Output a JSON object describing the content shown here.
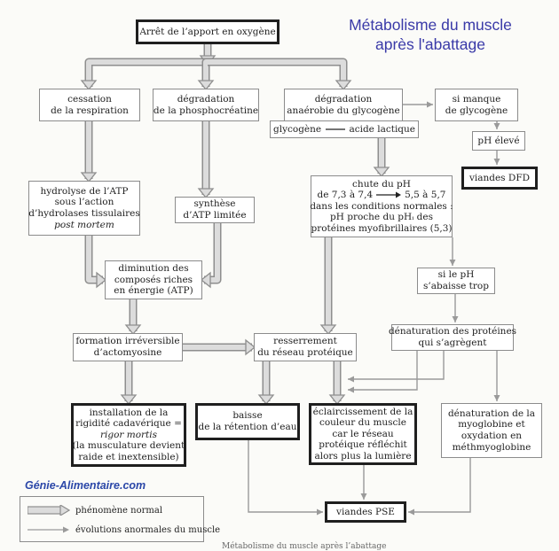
{
  "title": {
    "line1": "Métabolisme du muscle",
    "line2": "après l'abattage"
  },
  "credit": "Génie-Alimentaire.com",
  "boxes": {
    "arret": "Arrêt de l’apport en oxygène",
    "cessation": [
      "cessation",
      "de la respiration"
    ],
    "degr_pc": [
      "dégradation",
      "de la phosphocréatine"
    ],
    "degr_glyc": [
      "dégradation",
      "anaérobie du glycogène"
    ],
    "glyc_start": "glycogène",
    "glyc_end": "acide lactique",
    "manque": [
      "si manque",
      "de glycogène"
    ],
    "ph_eleve": "pH élevé",
    "dfd": "viandes DFD",
    "hydrolyse": [
      "hydrolyse de l’ATP",
      "sous l’action",
      "d’hydrolases tissulaires"
    ],
    "hydrolyse_it": "post mortem",
    "synthese": [
      "synthèse",
      "d’ATP limitée"
    ],
    "chute": [
      "chute du pH",
      "de 7,3 à 7,4",
      "5,5 à 5,7",
      "dans les conditions normales :",
      "pH proche du pHᵢ des",
      "protéines myofibrillaires (5,3)"
    ],
    "abaisse": [
      "si le pH",
      "s’abaisse trop"
    ],
    "diminution": [
      "diminution des",
      "composés riches",
      "en énergie (ATP)"
    ],
    "formation": [
      "formation irréversible",
      "d’actomyosine"
    ],
    "resserrement": [
      "resserrement",
      "du réseau protéique"
    ],
    "denat_prot": [
      "dénaturation des protéines",
      "qui s’agrègent"
    ],
    "rigidite": [
      "installation de la",
      "rigidité cadavérique ="
    ],
    "rigidite_it": "rigor mortis",
    "rigidite_end": [
      "(la musculature devient",
      "raide et inextensible)"
    ],
    "baisse": [
      "baisse",
      "de la rétention d’eau"
    ],
    "eclair": [
      "éclaircissement de la",
      "couleur du muscle",
      "car le réseau",
      "protéique réfléchit",
      "alors plus la lumière"
    ],
    "denat_myo": [
      "dénaturation de la",
      "myoglobine et",
      "oxydation en",
      "méthmyoglobine"
    ],
    "pse": "viandes PSE"
  },
  "legend": {
    "normal": "phénomène normal",
    "anormal": "évolutions anormales du muscle"
  },
  "footer": "Métabolisme du muscle après l’abattage",
  "colors": {
    "normal_edge": "#8e8e8e",
    "normal_fill": "#dcdcdc",
    "anormal": "#9a9a9a",
    "title": "#3a3aa8",
    "credit": "#2b47a8"
  }
}
